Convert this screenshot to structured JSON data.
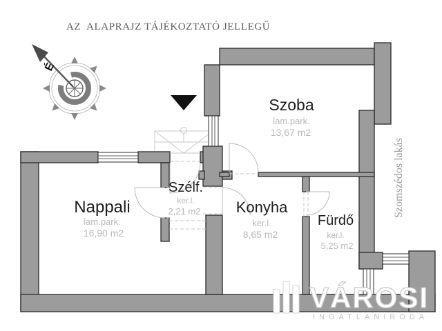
{
  "title": "AZ  ALAPRAJZ TÁJÉKOZTATÓ JELLEGŰ",
  "compass": {
    "north_label": "É"
  },
  "rooms": [
    {
      "name": "Szoba",
      "floor": "lam.park.",
      "area": "13,67  m2"
    },
    {
      "name": "Nappali",
      "floor": "lam.park.",
      "area": "16,90  m2"
    },
    {
      "name": "Szélf.",
      "floor": "ker.l.",
      "area": "2,21  m2"
    },
    {
      "name": "Konyha",
      "floor": "ker.l.",
      "area": "8,65  m2"
    },
    {
      "name": "Fürdő",
      "floor": "ker.l.",
      "area": "5,25  m2"
    }
  ],
  "neighbor_label": "Szomszédos lakás",
  "watermark": {
    "brand": "VÁROSI",
    "subtitle": "INGATLANIRODA"
  },
  "colors": {
    "wall_fill": "#9c9c9c",
    "wall_stroke": "#2a2a2a",
    "label_dark": "#1c1c1c",
    "label_gray": "#b9b9b9",
    "title_gray": "#5a5a5a"
  }
}
